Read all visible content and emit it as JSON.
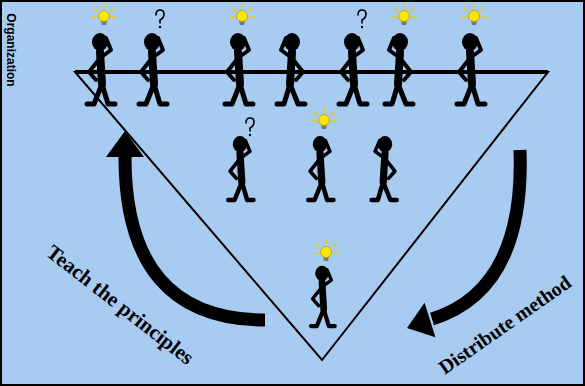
{
  "diagram": {
    "labels": [
      "Organization",
      "Teach the principles",
      "Distribute method"
    ]
  }
}
